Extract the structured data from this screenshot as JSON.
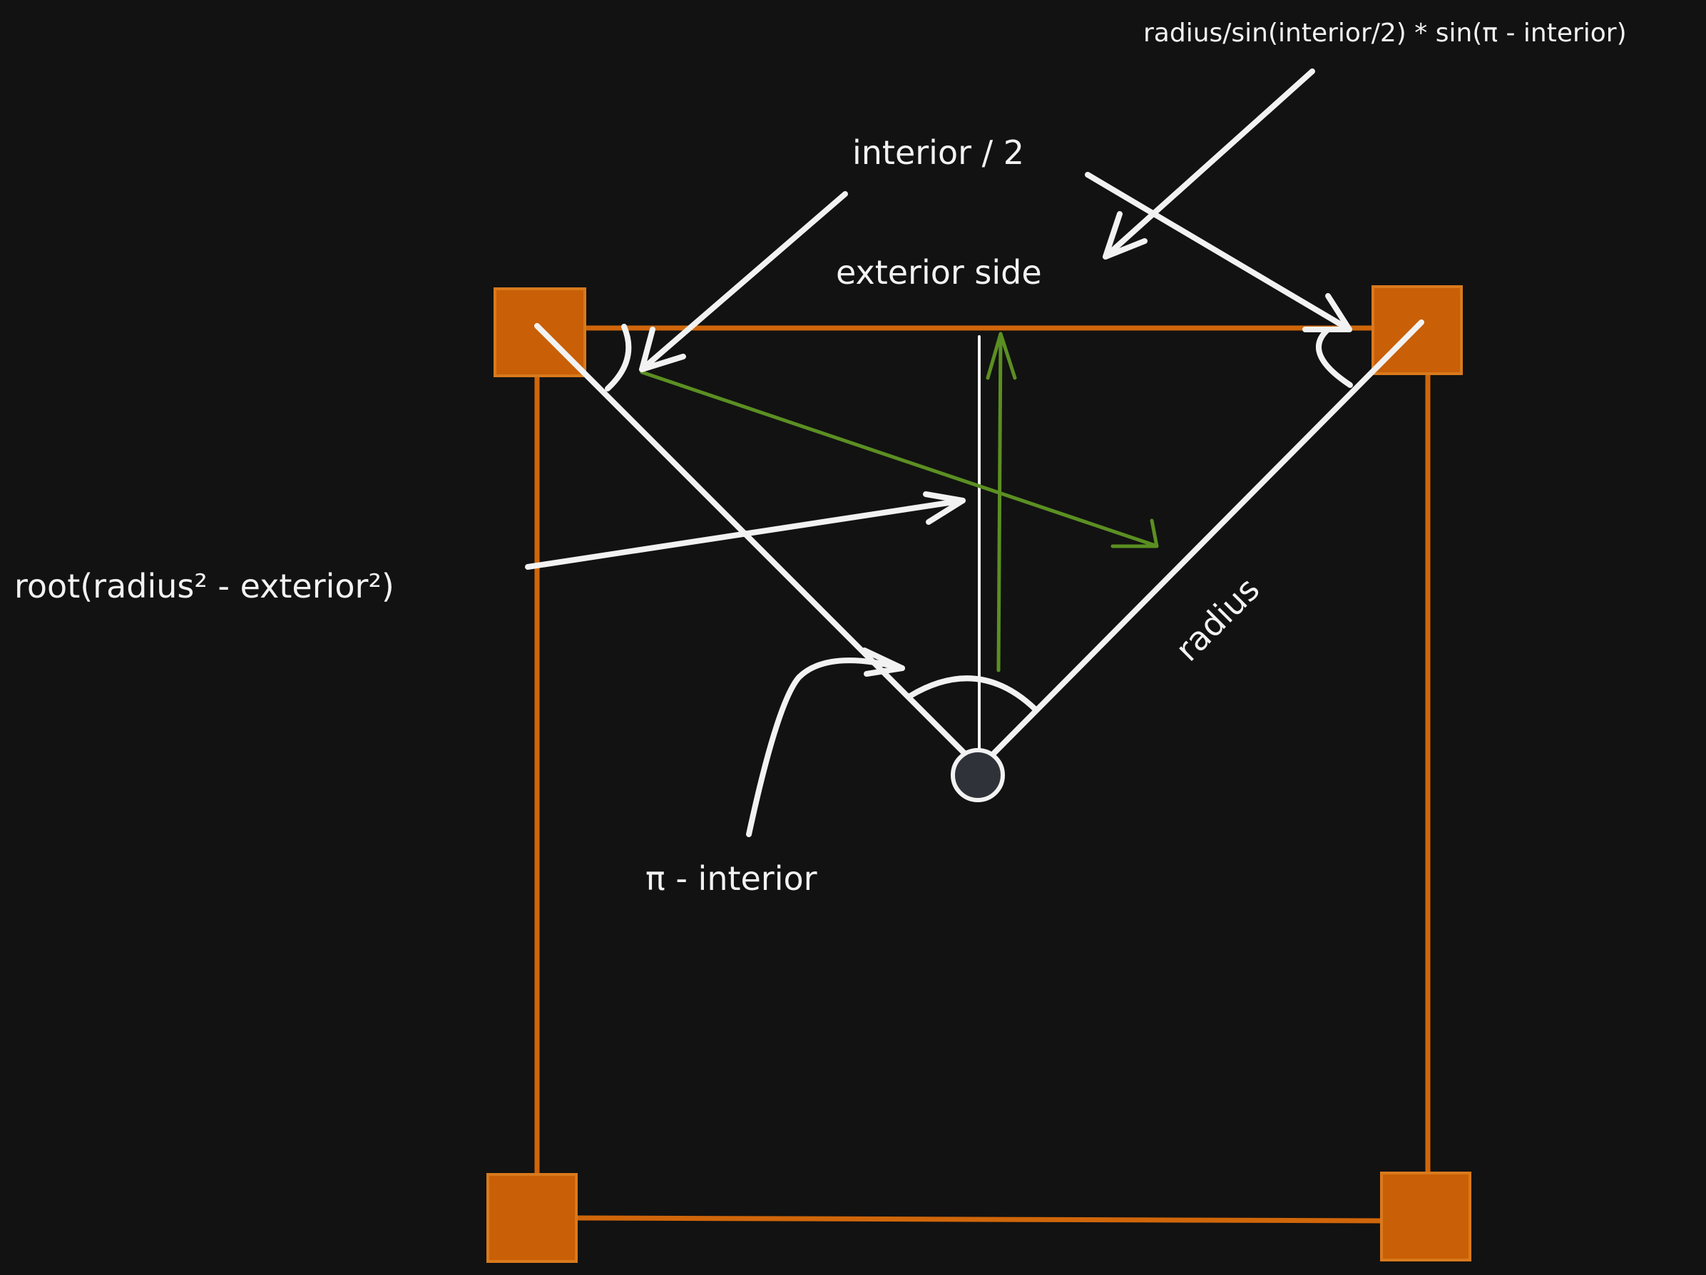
{
  "diagram": {
    "labels": {
      "formula_top": "radius/sin(interior/2) * sin(π - interior)",
      "interior_half": "interior / 2",
      "exterior_side": "exterior side",
      "root_expression": "root(radius² - exterior²)",
      "radius": "radius",
      "pi_minus_interior": "π - interior"
    },
    "colors": {
      "background": "#121212",
      "square_outline": "#d0660a",
      "vertex_fill": "#c95f06",
      "construction_line": "#f2f2f2",
      "green_arrow": "#5b8f22",
      "center_point": "#2f3339"
    }
  }
}
